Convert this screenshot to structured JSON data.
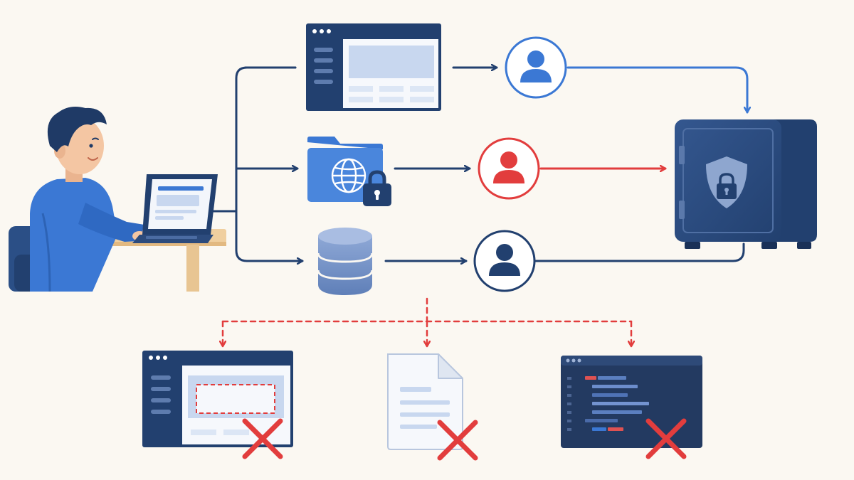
{
  "diagram": {
    "style": "illustration",
    "text_labels": [],
    "colors": {
      "background": "#fbf8f2",
      "navy": "#22406f",
      "blue": "#3b78d4",
      "red": "#e23d3d",
      "light_panel": "#f3f6fb",
      "skin": "#f4c6a3",
      "desk": "#f0cf9f"
    },
    "user": {
      "name": "person-at-laptop",
      "device": "laptop-icon"
    },
    "sources": [
      {
        "name": "web-app-window",
        "icon": "browser-window-icon"
      },
      {
        "name": "shared-folder",
        "icon": "folder-globe-lock-icon"
      },
      {
        "name": "database",
        "icon": "database-icon"
      }
    ],
    "accounts": [
      {
        "name": "user-account-blue",
        "icon": "person-icon",
        "color": "#3b78d4"
      },
      {
        "name": "user-account-red",
        "icon": "person-icon",
        "color": "#e23d3d"
      },
      {
        "name": "user-account-navy",
        "icon": "person-icon",
        "color": "#22406f"
      }
    ],
    "destination": {
      "name": "secure-vault",
      "icon": "safe-shield-lock-icon"
    },
    "rejected_outputs": [
      {
        "name": "browser-screenshot",
        "icon": "browser-window-icon",
        "status": "rejected"
      },
      {
        "name": "text-document",
        "icon": "document-icon",
        "status": "rejected"
      },
      {
        "name": "code-editor",
        "icon": "code-editor-icon",
        "status": "rejected"
      }
    ]
  }
}
